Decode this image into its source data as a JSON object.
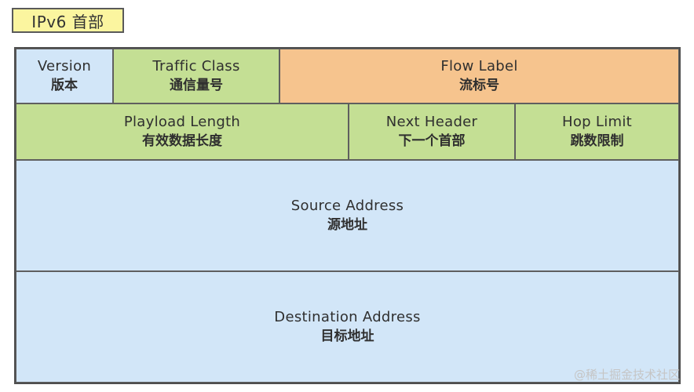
{
  "title": "IPv6 首部",
  "colors": {
    "title_bg": "#fbf59f",
    "blue": "#d2e6f8",
    "green": "#c4df94",
    "orange": "#f6c48e",
    "border": "#4f4f4f"
  },
  "fields": {
    "version": {
      "en": "Version",
      "zh": "版本"
    },
    "traffic_class": {
      "en": "Traffic Class",
      "zh": "通信量号"
    },
    "flow_label": {
      "en": "Flow Label",
      "zh": "流标号"
    },
    "payload_length": {
      "en": "Playload Length",
      "zh": "有效数据长度"
    },
    "next_header": {
      "en": "Next Header",
      "zh": "下一个首部"
    },
    "hop_limit": {
      "en": "Hop Limit",
      "zh": "跳数限制"
    },
    "source_address": {
      "en": "Source Address",
      "zh": "源地址"
    },
    "destination_address": {
      "en": "Destination Address",
      "zh": "目标地址"
    }
  },
  "watermark": "@稀土掘金技术社区"
}
